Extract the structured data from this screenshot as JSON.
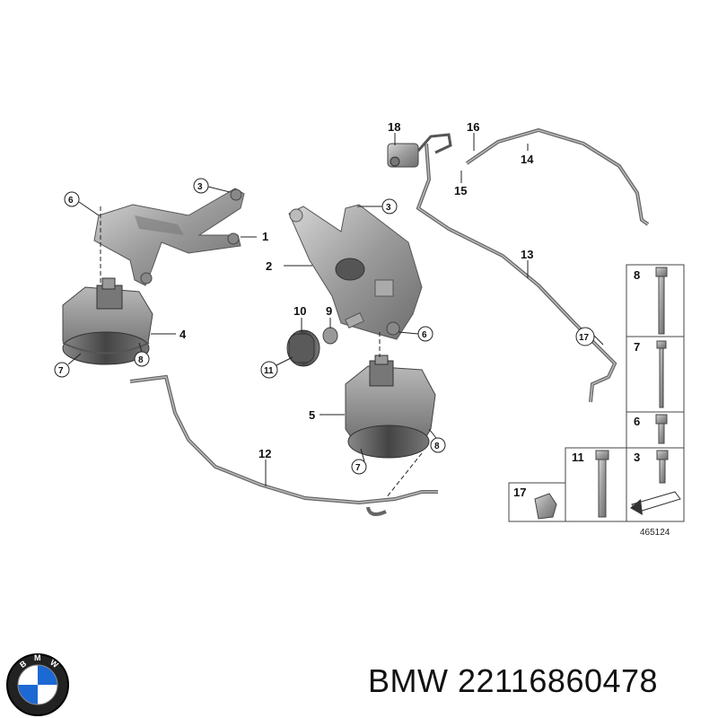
{
  "diagram": {
    "figure_number": "465124",
    "callouts": [
      {
        "id": "c1",
        "label": "1"
      },
      {
        "id": "c2",
        "label": "2"
      },
      {
        "id": "c3a",
        "label": "3"
      },
      {
        "id": "c3b",
        "label": "3"
      },
      {
        "id": "c4",
        "label": "4"
      },
      {
        "id": "c5",
        "label": "5"
      },
      {
        "id": "c6a",
        "label": "6"
      },
      {
        "id": "c6b",
        "label": "6"
      },
      {
        "id": "c7a",
        "label": "7"
      },
      {
        "id": "c7b",
        "label": "7"
      },
      {
        "id": "c8a",
        "label": "8"
      },
      {
        "id": "c8b",
        "label": "8"
      },
      {
        "id": "c9",
        "label": "9"
      },
      {
        "id": "c10",
        "label": "10"
      },
      {
        "id": "c11",
        "label": "11"
      },
      {
        "id": "c12",
        "label": "12"
      },
      {
        "id": "c13",
        "label": "13"
      },
      {
        "id": "c14",
        "label": "14"
      },
      {
        "id": "c15",
        "label": "15"
      },
      {
        "id": "c16",
        "label": "16"
      },
      {
        "id": "c17",
        "label": "17"
      },
      {
        "id": "c18",
        "label": "18"
      }
    ],
    "fastener_legend": [
      {
        "label": "8"
      },
      {
        "label": "7"
      },
      {
        "label": "6"
      },
      {
        "label": "11"
      },
      {
        "label": "3"
      },
      {
        "label": "17"
      }
    ]
  },
  "footer": {
    "brand": "BMW",
    "part_number": "22116860478",
    "logo_letters": "BMW"
  }
}
